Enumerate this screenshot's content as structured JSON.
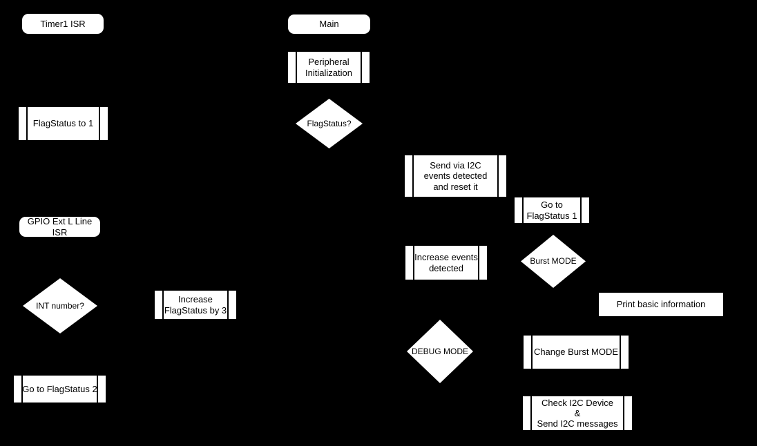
{
  "diagram": {
    "type": "flowchart",
    "colors": {
      "background": "#000000",
      "node_fill": "#ffffff",
      "node_text": "#000000"
    },
    "nodes": {
      "timer1_isr": {
        "shape": "terminator",
        "label": "Timer1 ISR"
      },
      "main": {
        "shape": "terminator",
        "label": "Main"
      },
      "gpio_ext_l_line_isr": {
        "shape": "terminator",
        "label": "GPIO Ext L Line ISR"
      },
      "peripheral_initialization": {
        "shape": "predefined-process",
        "label": "Peripheral\nInitialization"
      },
      "flagstatus_to_1": {
        "shape": "predefined-process",
        "label": "FlagStatus to 1"
      },
      "send_via_i2c": {
        "shape": "predefined-process",
        "label": "Send via I2C\nevents detected\nand reset it"
      },
      "go_to_flagstatus_1": {
        "shape": "predefined-process",
        "label": "Go to\nFlagStatus 1"
      },
      "increase_events_detected": {
        "shape": "predefined-process",
        "label": "Increase events\ndetected"
      },
      "increase_flagstatus_by_3": {
        "shape": "predefined-process",
        "label": "Increase\nFlagStatus by 3"
      },
      "go_to_flagstatus_2": {
        "shape": "predefined-process",
        "label": "Go to FlagStatus 2"
      },
      "change_burst_mode": {
        "shape": "predefined-process",
        "label": "Change Burst MODE"
      },
      "check_i2c_device": {
        "shape": "predefined-process",
        "label": "Check I2C Device\n&\nSend I2C messages"
      },
      "print_basic_information": {
        "shape": "process",
        "label": "Print basic information"
      },
      "flagstatus_decision": {
        "shape": "decision",
        "label": "FlagStatus?"
      },
      "int_number_decision": {
        "shape": "decision",
        "label": "INT number?"
      },
      "burst_mode_decision": {
        "shape": "decision",
        "label": "Burst MODE"
      },
      "debug_mode_decision": {
        "shape": "decision",
        "label": "DEBUG MODE"
      }
    }
  }
}
